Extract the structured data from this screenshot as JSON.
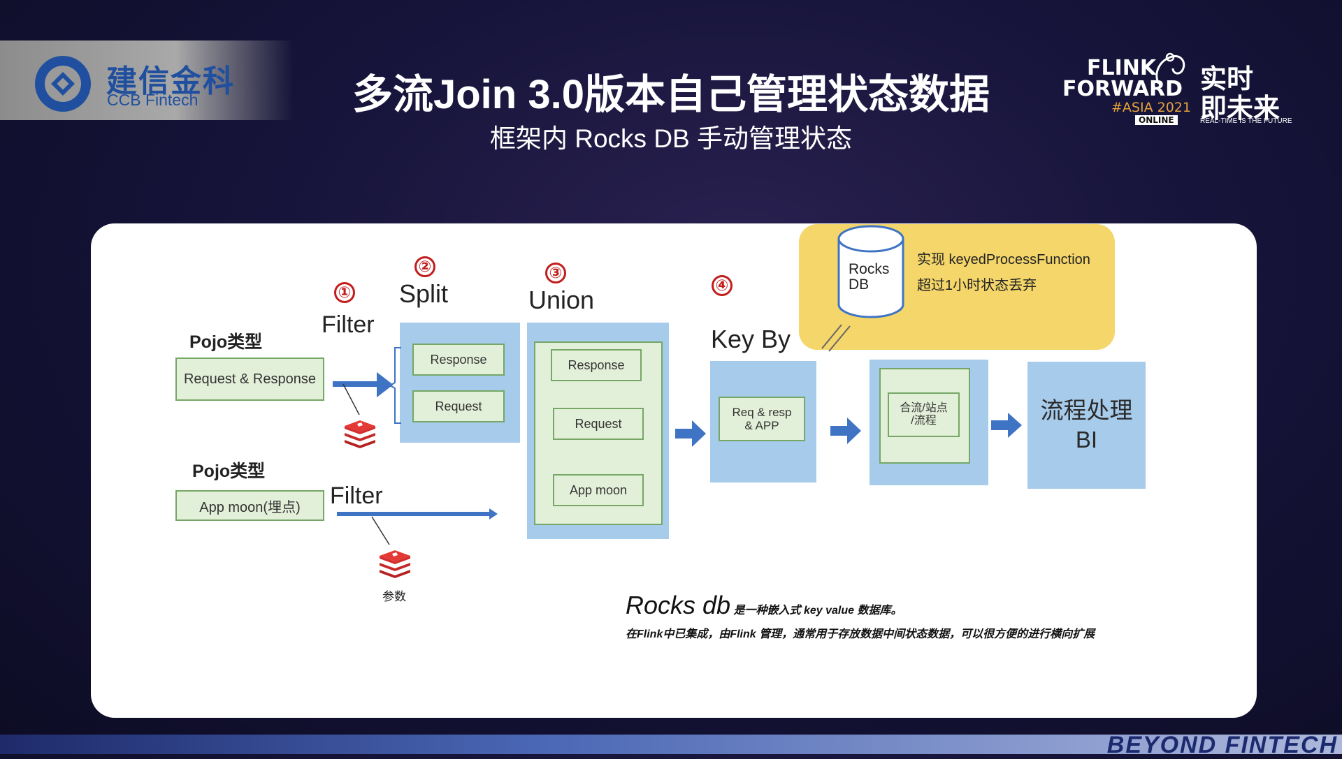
{
  "header": {
    "logo_cn": "建信金科",
    "logo_en": "CCB Fintech",
    "title": "多流Join 3.0版本自己管理状态数据",
    "subtitle": "框架内 Rocks DB 手动管理状态",
    "event": {
      "line1": "FLINK",
      "line2": "FORWARD",
      "line3": "#ASIA 2021",
      "line4": "ONLINE",
      "cn1": "实时",
      "cn2": "即未来",
      "tagline": "REAL-TIME IS THE FUTURE"
    }
  },
  "diagram": {
    "steps": [
      "①",
      "②",
      "③",
      "④"
    ],
    "pojo1_title": "Pojo类型",
    "pojo1_box": "Request & Response",
    "pojo2_title": "Pojo类型",
    "pojo2_box": "App moon(埋点)",
    "filter1": "Filter",
    "filter2": "Filter",
    "split": "Split",
    "split_items": [
      "Response",
      "Request"
    ],
    "union": "Union",
    "union_items": [
      "Response",
      "Request",
      "App moon"
    ],
    "keyby": "Key By",
    "keyby_box": "Req & resp\n& APP",
    "merge_box": "合流/站点\n/流程",
    "bi": "流程处理\nBI",
    "redis_caption": "参数",
    "rocks_cylinder": "Rocks\nDB",
    "rocks_note1": "实现 keyedProcessFunction",
    "rocks_note2": "超过1小时状态丢弃",
    "desc_big": "Rocks db",
    "desc_small": "是一种嵌入式 key value 数据库。",
    "desc_line2": "在Flink中已集成，由Flink 管理，通常用于存放数据中间状态数据，可以很方便的进行横向扩展"
  },
  "footer": {
    "brand": "BEYOND FINTECH"
  },
  "colors": {
    "accent_blue": "#3f74c4",
    "box_blue": "#a7cbea",
    "box_green": "#e3f0d9",
    "highlight_yellow": "#f4d66a",
    "step_red": "#c21d1d"
  }
}
